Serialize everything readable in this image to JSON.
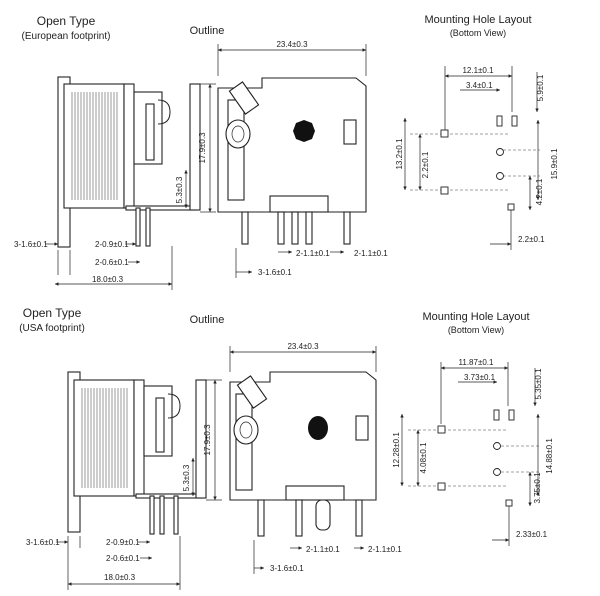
{
  "sections": [
    {
      "id": "european",
      "view_title": "Open Type",
      "view_subtitle": "(European footprint)",
      "outline_title": "Outline",
      "mounting_title": "Mounting Hole Layout",
      "mounting_subtitle": "(Bottom View)",
      "side_dims": {
        "height": "17.9±0.3",
        "pin_height": "5.3±0.3",
        "pin_offset": "3-1.6±0.1",
        "pin_width": "2-0.9±0.1",
        "pin_thick": "2-0.6±0.1",
        "base": "18.0±0.3"
      },
      "outline_dims": {
        "width": "23.4±0.3",
        "pitch_a": "2-1.1±0.1",
        "pitch_b": "2-1.1±0.1",
        "pin_off": "3-1.6±0.1"
      },
      "hole_dims": {
        "span": "12.1±0.1",
        "gap": "3.4±0.1",
        "top": "5.9±0.1",
        "left_outer": "13.2±0.1",
        "left_inner": "2.2±0.1",
        "right_outer": "15.9±0.1",
        "right_inner": "4.2±0.1",
        "bottom": "2.2±0.1"
      }
    },
    {
      "id": "usa",
      "view_title": "Open Type",
      "view_subtitle": "(USA footprint)",
      "outline_title": "Outline",
      "mounting_title": "Mounting Hole Layout",
      "mounting_subtitle": "(Bottom View)",
      "side_dims": {
        "height": "17.9±0.3",
        "pin_height": "5.3±0.3",
        "pin_offset": "3-1.6±0.1",
        "pin_width": "2-0.9±0.1",
        "pin_thick": "2-0.6±0.1",
        "base": "18.0±0.3"
      },
      "outline_dims": {
        "width": "23.4±0.3",
        "pitch_a": "2-1.1±0.1",
        "pitch_b": "2-1.1±0.1",
        "pin_off": "3-1.6±0.1"
      },
      "hole_dims": {
        "span": "11.87±0.1",
        "gap": "3.73±0.1",
        "top": "5.35±0.1",
        "left_outer": "12.28±0.1",
        "left_inner": "4.08±0.1",
        "right_outer": "14.88±0.1",
        "right_inner": "3.75±0.1",
        "bottom": "2.33±0.1"
      }
    }
  ]
}
